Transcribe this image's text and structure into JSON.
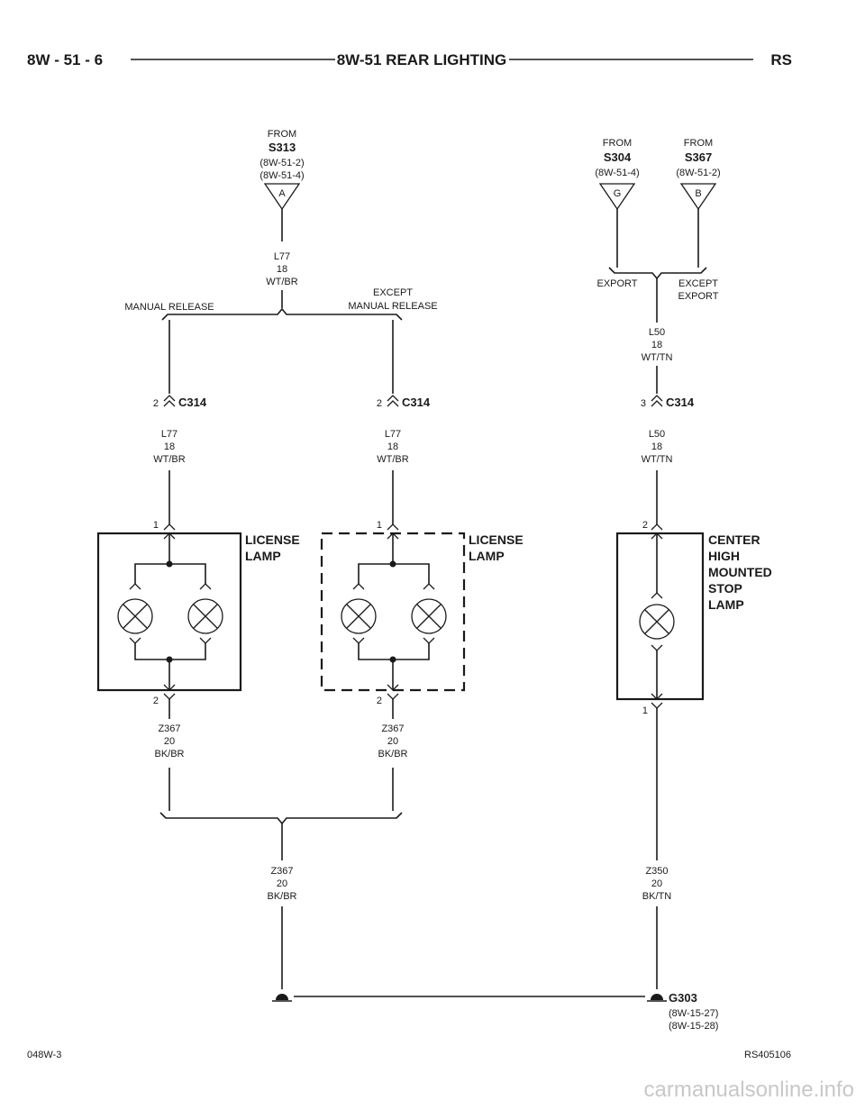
{
  "header": {
    "left": "8W - 51 - 6",
    "title": "8W-51 REAR LIGHTING",
    "right": "RS"
  },
  "footer": {
    "left": "048W-3",
    "right": "RS405106"
  },
  "watermark": "carmanualsonline.info",
  "splices": [
    {
      "from": "FROM",
      "id": "S313",
      "refs": [
        "(8W-51-2)",
        "(8W-51-4)"
      ],
      "pin": "A"
    },
    {
      "from": "FROM",
      "id": "S304",
      "refs": [
        "(8W-51-4)"
      ],
      "pin": "G"
    },
    {
      "from": "FROM",
      "id": "S367",
      "refs": [
        "(8W-51-2)"
      ],
      "pin": "B"
    }
  ],
  "options": {
    "manual": "MANUAL RELEASE",
    "except_manual": [
      "EXCEPT",
      "MANUAL RELEASE"
    ],
    "export": "EXPORT",
    "except_export": [
      "EXCEPT",
      "EXPORT"
    ]
  },
  "wires": {
    "l77_top": [
      "L77",
      "18",
      "WT/BR"
    ],
    "l77_left": [
      "L77",
      "18",
      "WT/BR"
    ],
    "l77_mid": [
      "L77",
      "18",
      "WT/BR"
    ],
    "l50_top": [
      "L50",
      "18",
      "WT/TN"
    ],
    "l50_bot": [
      "L50",
      "18",
      "WT/TN"
    ],
    "z367_left": [
      "Z367",
      "20",
      "BK/BR"
    ],
    "z367_mid": [
      "Z367",
      "20",
      "BK/BR"
    ],
    "z367_bot": [
      "Z367",
      "20",
      "BK/BR"
    ],
    "z350": [
      "Z350",
      "20",
      "BK/TN"
    ]
  },
  "connectors": [
    {
      "id": "C314",
      "pin": "2"
    },
    {
      "id": "C314",
      "pin": "2"
    },
    {
      "id": "C314",
      "pin": "3"
    }
  ],
  "components": {
    "license_left": [
      "LICENSE",
      "LAMP"
    ],
    "license_right": [
      "LICENSE",
      "LAMP"
    ],
    "chmsl": [
      "CENTER",
      "HIGH",
      "MOUNTED",
      "STOP",
      "LAMP"
    ]
  },
  "pins": {
    "ll_top": "1",
    "ll_bot": "2",
    "lr_top": "1",
    "lr_bot": "2",
    "ch_top": "2",
    "ch_bot": "1"
  },
  "ground": {
    "id": "G303",
    "refs": [
      "(8W-15-27)",
      "(8W-15-28)"
    ]
  }
}
